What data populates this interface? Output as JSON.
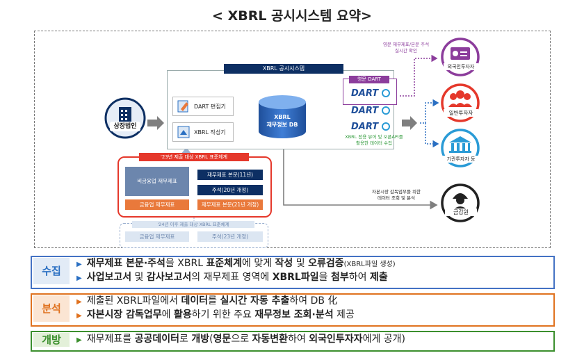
{
  "title": "< XBRL 공시시스템 요약>",
  "nodes": {
    "listed": "상장법인",
    "foreign": "외국인투자자",
    "general": "일반투자자",
    "institutional": "기관투자자 등",
    "fss": "금감원"
  },
  "system": {
    "title": "XBRL 공시시스템",
    "dart_editor": "DART 편집기",
    "xbrl_writer": "XBRL 작성기",
    "db_line1": "XBRL",
    "db_line2": "재무정보 DB",
    "eng_dart": "영문 DART",
    "dart_brand": "DART",
    "api_text_1": "XBRL 전용 뷰어 및 오픈API를",
    "api_text_2": "활용한 데이터 수집",
    "eng_note_1": "영문 재무제표/본문 주석",
    "eng_note_2": "실시간 확인",
    "fss_note_1": "자본시장 감독업무를 위한",
    "fss_note_2": "데이터 조회 및 분석"
  },
  "taxonomy23": {
    "title": "'23년 제출 대상 XBRL 표준체계",
    "nonfin": "비금융업 재무제표",
    "fin": "금융업 재무제표",
    "notes11": "재무제표 본문(11년)",
    "notes20": "주석(20년 개정)",
    "notes21": "재무제표 본문(21년 개정)"
  },
  "taxonomy24": {
    "title": "'24년 이후 제출 대상 XBRL 표준체계",
    "fin": "금융업 재무제표",
    "notes23": "주석(23년 개정)"
  },
  "summary": {
    "collect": {
      "label": "수집",
      "line1": [
        "재무제표 본문·주석",
        "을 XBRL ",
        "표준체계",
        "에 맞게 ",
        "작성",
        " 및 ",
        "오류검증",
        "(XBRL파일 생성)"
      ],
      "line2": [
        "사업보고서",
        " 및 ",
        "감사보고서",
        "의 재무제표 영역에 ",
        "XBRL파일",
        "을 ",
        "첨부",
        "하여 ",
        "제출"
      ]
    },
    "analyze": {
      "label": "분석",
      "line1": [
        "제출된 XBRL파일에서 ",
        "데이터",
        "를 ",
        "실시간 자동 추출",
        "하여 DB 化"
      ],
      "line2": [
        "자본시장 감독업무",
        "에 ",
        "활용",
        "하기 위한 주요 ",
        "재무정보 조회·분석",
        " 제공"
      ]
    },
    "open": {
      "label": "개방",
      "line1": [
        "재무제표를 ",
        "공공데이터",
        "로 ",
        "개방",
        "(",
        "영문",
        "으로 ",
        "자동변환",
        "하여 ",
        "외국인투자자",
        "에게 공개)"
      ]
    }
  },
  "colors": {
    "navy": "#0d2f63",
    "orange": "#e9793b",
    "red": "#e5382b",
    "blue_border": "#4472c4",
    "green": "#2f9a3a",
    "purple": "#8c3d9c",
    "label_blue": "#2a6fc2",
    "label_orange": "#e0721f",
    "label_green": "#3b8f2d"
  }
}
